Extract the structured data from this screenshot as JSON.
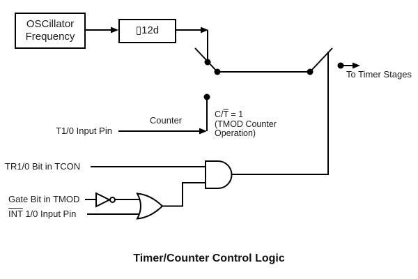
{
  "diagram": {
    "title": "Timer/Counter Control Logic",
    "boxes": {
      "oscillator": {
        "label": "OSCillator\nFrequency"
      },
      "divider": {
        "label": "▯12d"
      }
    },
    "labels": {
      "counter": "Counter",
      "t1_input_pin": "T1/0 Input Pin",
      "ct_prefix": "C/",
      "ct_overline": "T",
      "ct_suffix": " = 1",
      "ct_line2": "(TMOD Counter",
      "ct_line3": "Operation)",
      "tr_bit": "TR1/0 Bit in TCON",
      "gate_bit": "Gate Bit in TMOD",
      "int_overline": "INT",
      "int_rest": " 1/0 Input Pin",
      "to_timer_stages": "To Timer Stages"
    },
    "colors": {
      "line": "#000000",
      "background": "#ffffff",
      "text": "#1a1a1a"
    }
  }
}
